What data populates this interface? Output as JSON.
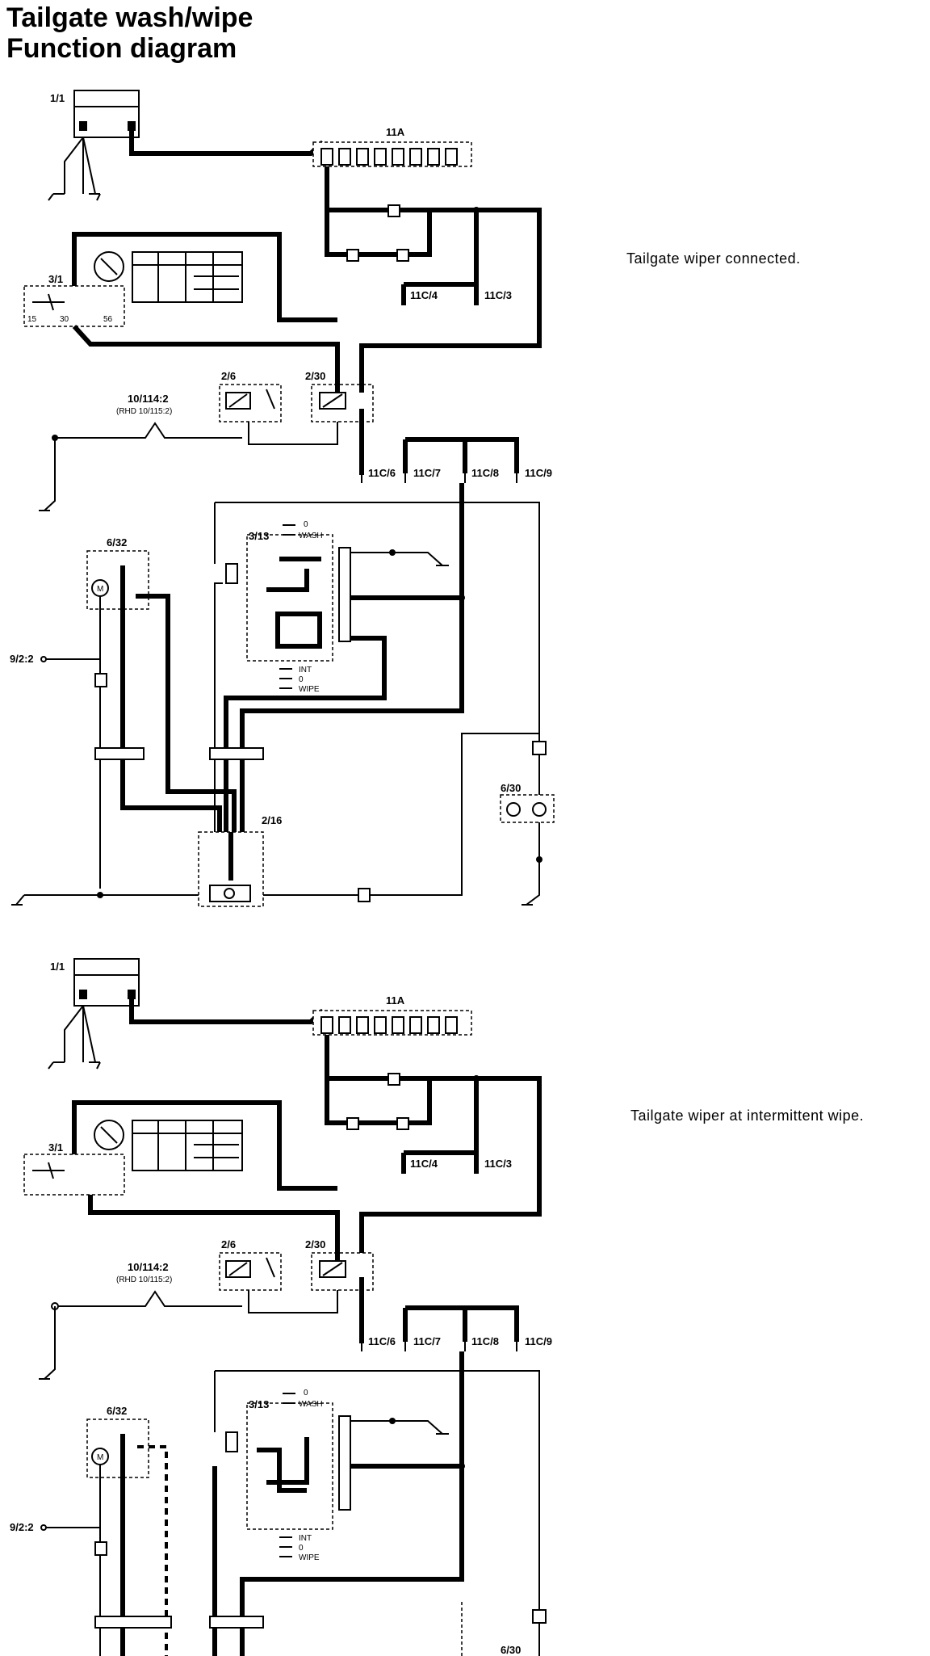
{
  "title": {
    "line1": "Tailgate wash/wipe",
    "line2": "Function diagram"
  },
  "captions": {
    "diagram1": "Tailgate wiper connected.",
    "diagram2": "Tailgate wiper at intermittent wipe."
  },
  "labels": {
    "c1_1": "1/1",
    "c11a": "11A",
    "c3_1": "3/1",
    "c2_6": "2/6",
    "c2_30": "2/30",
    "c10_114": "10/114:2",
    "c10_115": "(RHD 10/115:2)",
    "c11c4": "11C/4",
    "c11c3": "11C/3",
    "c11c6": "11C/6",
    "c11c7": "11C/7",
    "c11c8": "11C/8",
    "c11c9": "11C/9",
    "c6_32": "6/32",
    "c3_13": "3/13",
    "wash": "WASH",
    "zero": "0",
    "int": "INT",
    "wipe": "WIPE",
    "c9_2_2": "9/2:2",
    "c2_16": "2/16",
    "c6_30": "6/30"
  },
  "colors": {
    "ink": "#000000",
    "paper": "#ffffff"
  }
}
